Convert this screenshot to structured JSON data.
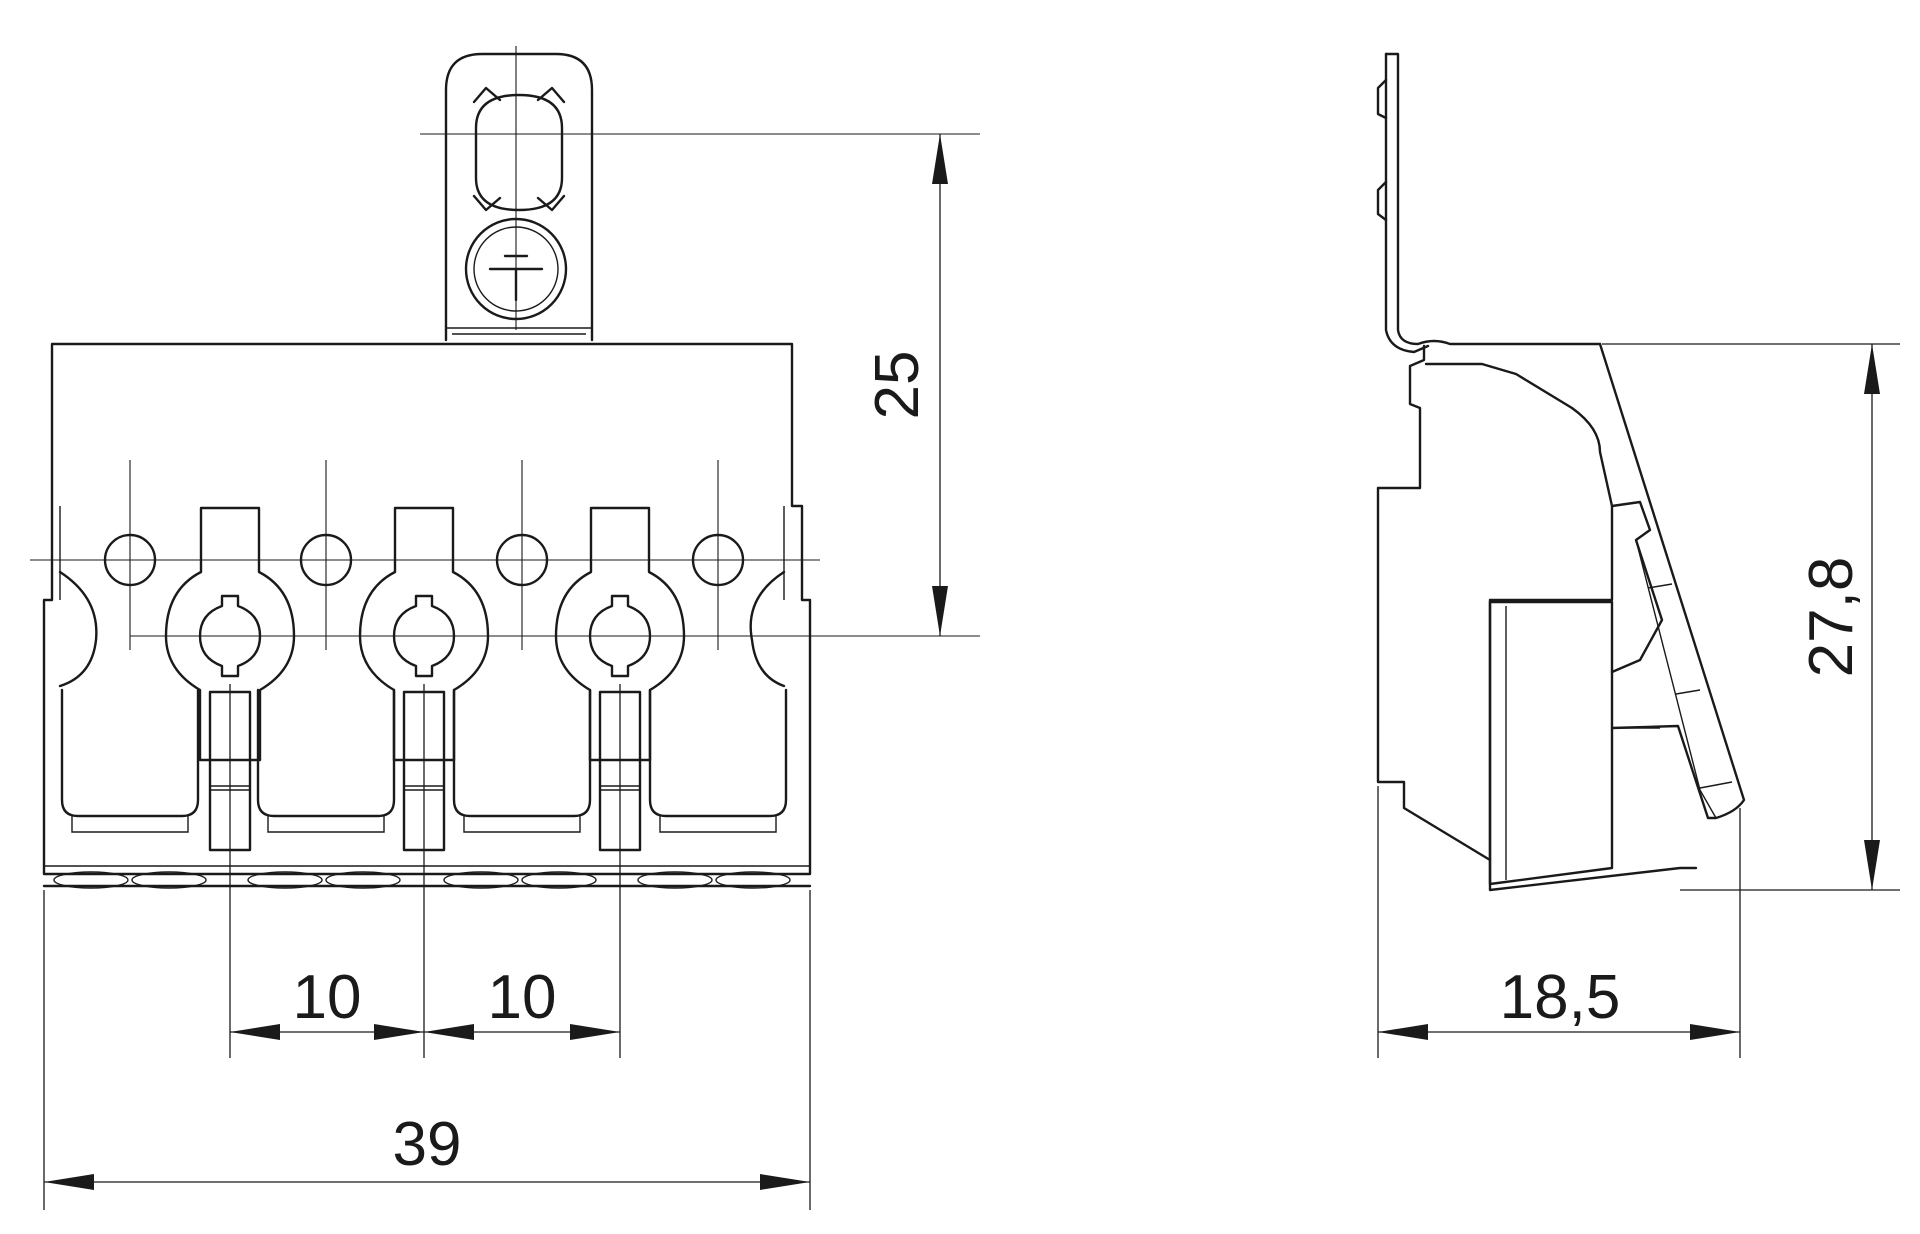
{
  "front_view": {
    "dim_pitch_1": "10",
    "dim_pitch_2": "10",
    "dim_width": "39",
    "dim_height": "25"
  },
  "side_view": {
    "dim_depth": "18,5",
    "dim_height": "27,8"
  },
  "colors": {
    "line": "#1a1a1a",
    "background": "#ffffff"
  }
}
